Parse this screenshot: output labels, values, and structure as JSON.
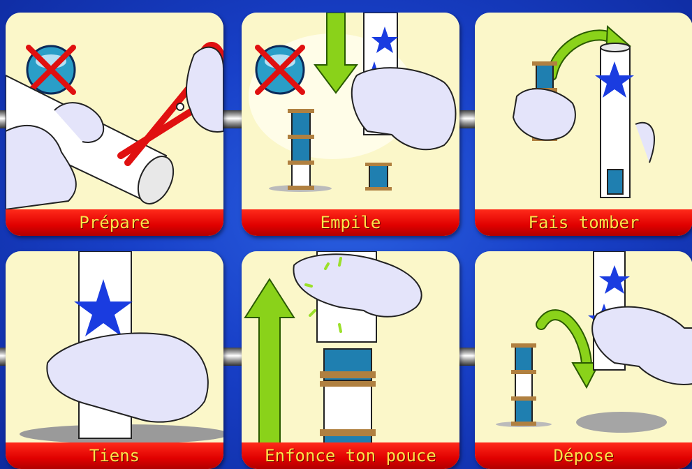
{
  "steps": [
    {
      "label": "Prépare"
    },
    {
      "label": "Empile"
    },
    {
      "label": "Fais tomber"
    },
    {
      "label": "Tiens"
    },
    {
      "label": "Enfonce ton pouce"
    },
    {
      "label": "Dépose"
    }
  ],
  "colors": {
    "background": "#1a45d0",
    "card": "#fbf7c9",
    "label_bar": "#e00000",
    "label_text": "#ffe14a",
    "arrow": "#8ad21a",
    "star": "#1a3ce0",
    "spool": "#1f7fb0"
  }
}
